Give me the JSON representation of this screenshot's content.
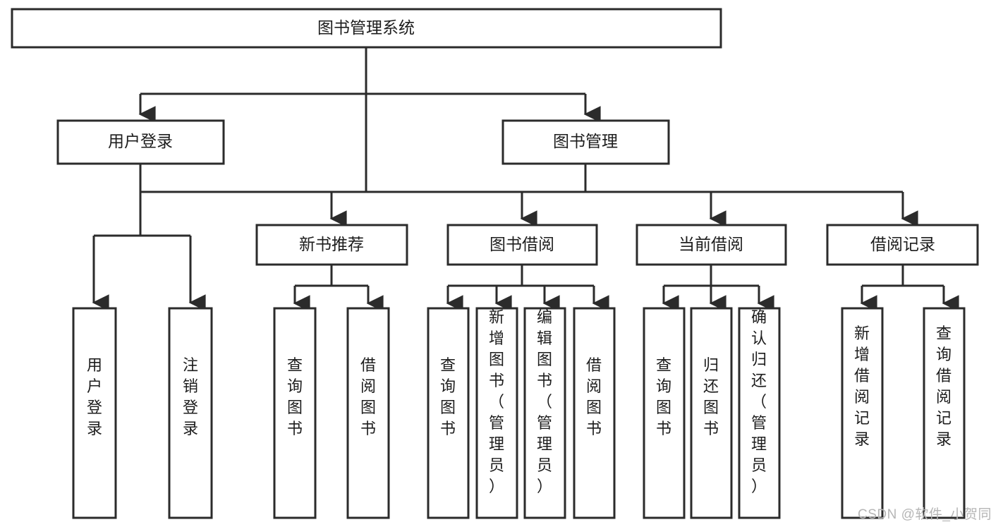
{
  "diagram": {
    "type": "tree-hierarchy-functional-decomposition",
    "title_node": "图书管理系统",
    "accent_colors": {
      "box_border": "#2b2b2b",
      "box_fill": "#ffffff",
      "text": "#1d1d1d",
      "connector": "#2b2b2b",
      "watermark": "#b6b6b6"
    },
    "level1": [
      {
        "label": "用户登录"
      },
      {
        "label": "图书管理"
      }
    ],
    "level2": [
      {
        "label": "新书推荐",
        "parent": "图书管理"
      },
      {
        "label": "图书借阅",
        "parent": "图书管理"
      },
      {
        "label": "当前借阅",
        "parent": "图书管理"
      },
      {
        "label": "借阅记录",
        "parent": "图书管理"
      }
    ],
    "leaves": {
      "user_login": [
        {
          "label": "用户登录"
        },
        {
          "label": "注销登录"
        }
      ],
      "new_book_recommend": [
        {
          "label": "查询图书"
        },
        {
          "label": "借阅图书"
        }
      ],
      "book_borrow": [
        {
          "label": "查询图书"
        },
        {
          "label": "新增图书（管理员）"
        },
        {
          "label": "编辑图书（管理员）"
        },
        {
          "label": "借阅图书"
        }
      ],
      "current_borrow": [
        {
          "label": "查询图书"
        },
        {
          "label": "归还图书"
        },
        {
          "label": "确认归还（管理员）"
        }
      ],
      "borrow_record": [
        {
          "label": "新增借阅记录"
        },
        {
          "label": "查询借阅记录"
        }
      ]
    }
  },
  "watermark": {
    "text": "CSDN @软件_小贺同学"
  }
}
